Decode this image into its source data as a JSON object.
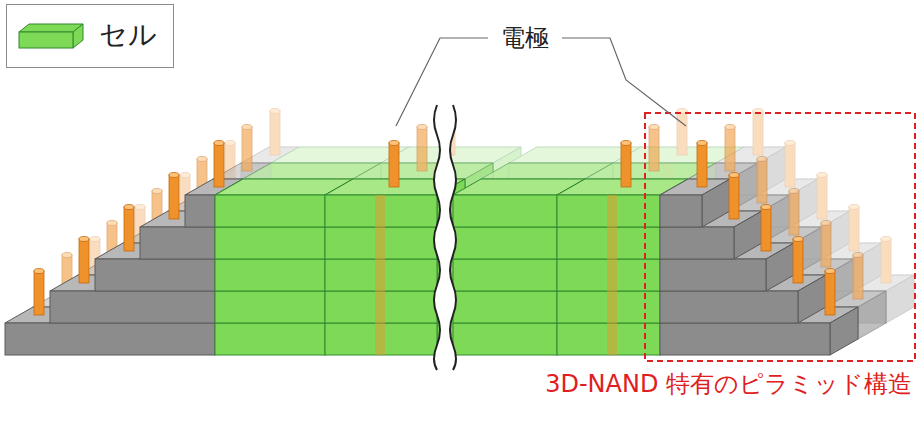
{
  "diagram": {
    "labels": [
      "電極",
      "3D-NAND 特有のピラミッド構造"
    ],
    "legend": [
      {
        "text": "セル",
        "color": "#7ed957"
      }
    ]
  }
}
